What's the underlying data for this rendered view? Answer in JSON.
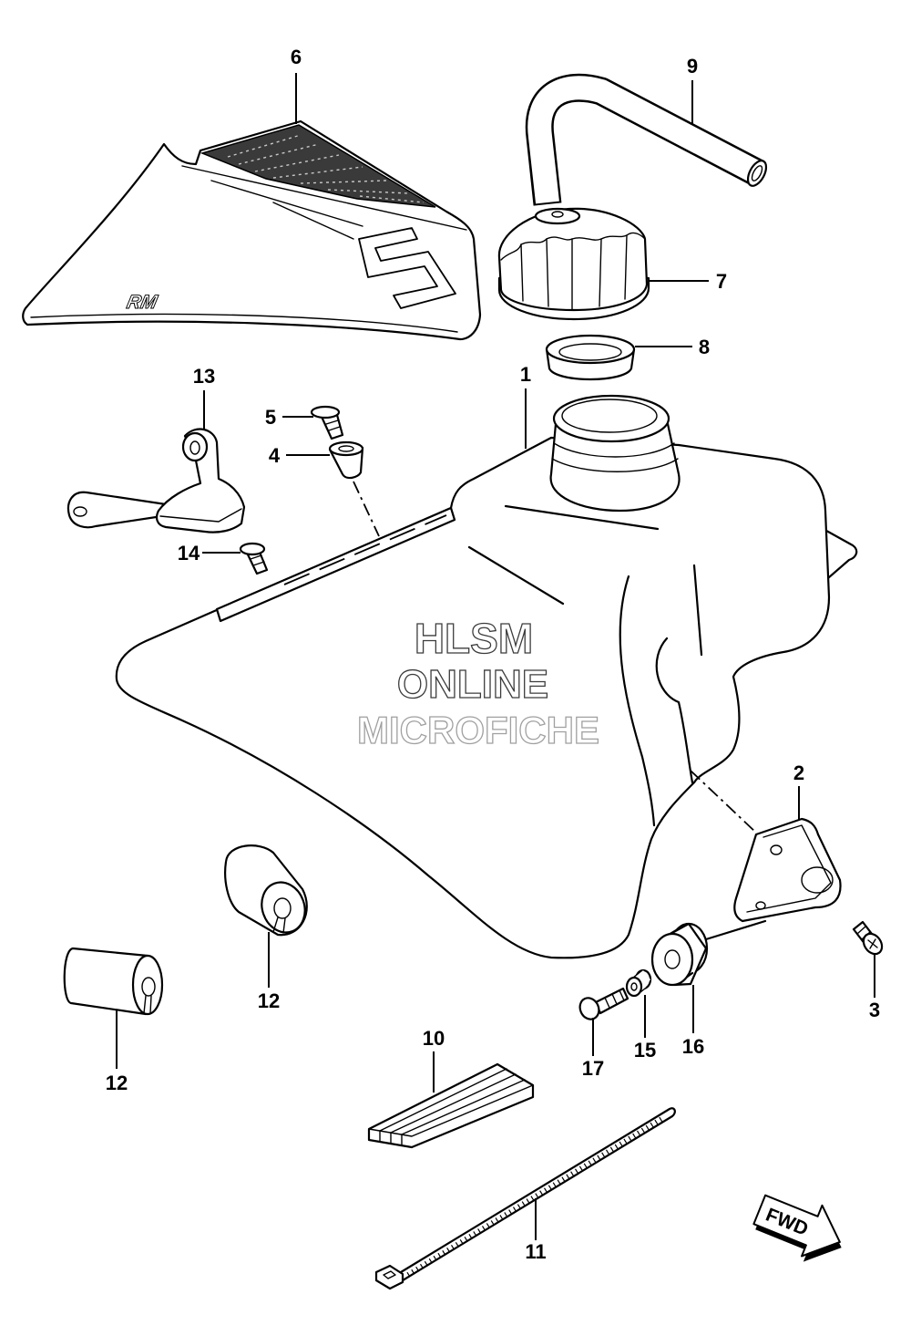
{
  "diagram": {
    "callouts": [
      "6",
      "9",
      "7",
      "8",
      "1",
      "13",
      "5",
      "4",
      "14",
      "2",
      "3",
      "12",
      "12",
      "10",
      "17",
      "15",
      "16",
      "11"
    ],
    "watermark": {
      "line1": "HLSM",
      "line2": "ONLINE",
      "line3": "MICROFICHE"
    },
    "fwd_arrow": {
      "label": "FWD"
    },
    "decal": {
      "logo_text": "RM"
    }
  }
}
